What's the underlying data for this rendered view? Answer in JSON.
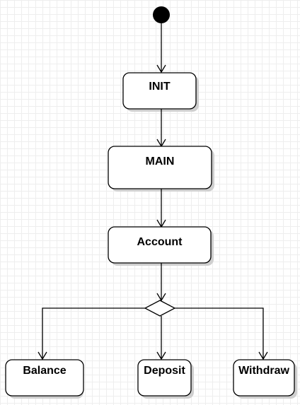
{
  "diagram": {
    "states": [
      {
        "id": "init",
        "label": "INIT"
      },
      {
        "id": "main",
        "label": "MAIN"
      },
      {
        "id": "account",
        "label": "Account"
      },
      {
        "id": "balance",
        "label": "Balance"
      },
      {
        "id": "deposit",
        "label": "Deposit"
      },
      {
        "id": "withdraw",
        "label": "Withdraw"
      }
    ],
    "initial_node": "initial-node",
    "decision_node": "decision-node",
    "transitions": [
      {
        "from": "initial-node",
        "to": "init"
      },
      {
        "from": "init",
        "to": "main"
      },
      {
        "from": "main",
        "to": "account"
      },
      {
        "from": "account",
        "to": "decision-node"
      },
      {
        "from": "decision-node",
        "to": "balance"
      },
      {
        "from": "decision-node",
        "to": "deposit"
      },
      {
        "from": "decision-node",
        "to": "withdraw"
      }
    ],
    "colors": {
      "stroke": "#000000",
      "fill": "#ffffff",
      "grid": "#eeeeee",
      "shadow": "#cfcfcf"
    }
  }
}
